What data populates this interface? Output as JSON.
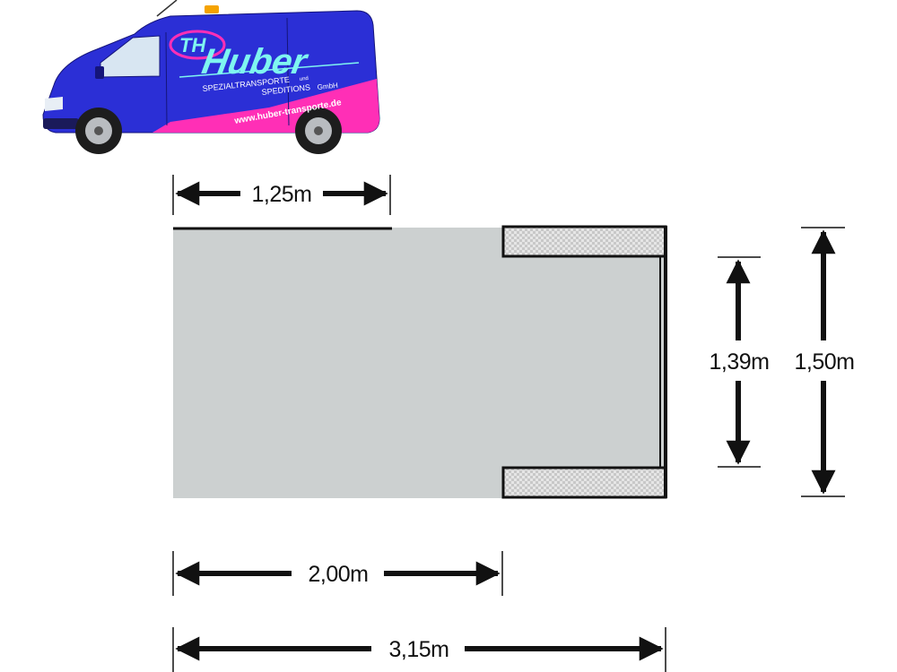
{
  "van": {
    "logo_initials": "TH",
    "brand": "Huber",
    "subtitle_line1": "SPEZIALTRANSPORTE",
    "subtitle_und": "und",
    "subtitle_line2": "SPEDITIONS",
    "subtitle_gmbh": "GmbH",
    "website": "www.huber-transporte.de",
    "colors": {
      "body": "#2b2fd6",
      "stripe": "#ff2fb6",
      "logo_text": "#7ff5f0"
    }
  },
  "dimensions": {
    "top_width": "1,25m",
    "inner_height": "1,39m",
    "outer_height": "1,50m",
    "inner_length": "2,00m",
    "total_length": "3,15m"
  },
  "colors": {
    "floor": "#ccd0d0",
    "outline": "#111111",
    "checker_a": "#c8c8c8",
    "checker_b": "#e6e6e6"
  }
}
